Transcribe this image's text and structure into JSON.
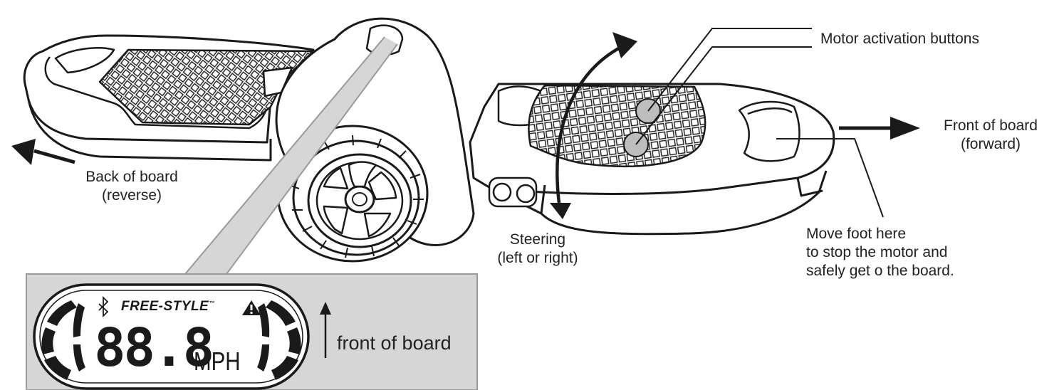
{
  "labels": {
    "motor_buttons": "Motor activation buttons",
    "front_line1": "Front of board",
    "front_line2": "(forward)",
    "back_line1": "Back of board",
    "back_line2": "(reverse)",
    "steering_line1": "Steering",
    "steering_line2": "(left or right)",
    "move_foot_line1": "Move foot here",
    "move_foot_line2": "to stop the motor and",
    "move_foot_line3": "safely get o   the board."
  },
  "display": {
    "brand": "FREE-STYLE",
    "trademark": "™",
    "speed": "88.8",
    "unit": "MPH",
    "front_label": "front of board",
    "icons": [
      "bluetooth-icon",
      "warning-icon",
      "up-arrow-icon"
    ]
  },
  "colors": {
    "line": "#1a1a1a",
    "inset_bg": "#d6d6d6",
    "inset_border": "#9a9a9a",
    "button_fill": "#bdbdbd"
  }
}
